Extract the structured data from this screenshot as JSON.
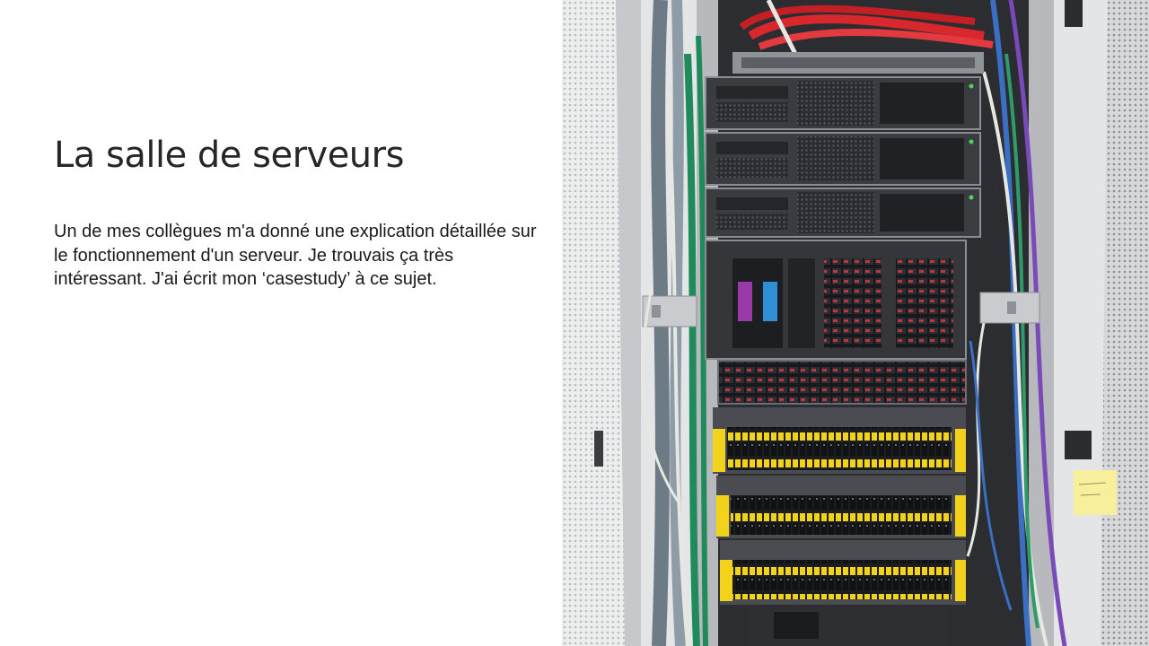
{
  "slide": {
    "title": "La salle de serveurs",
    "body": "Un de mes collègues m'a donné une explication détaillée sur le fonctionnement d'un serveur. Je trouvais ça très intéressant. J'ai écrit mon ‘casestudy’ à ce sujet."
  },
  "photo": {
    "subject": "server-rack",
    "colors": {
      "frame": "#d9dadc",
      "rack-interior": "#2b2d31",
      "server-face": "#3a3c40",
      "drive-yellow": "#f2d21b",
      "cable-red": "#d8282e",
      "cable-blue": "#3a6fc4",
      "cable-green": "#1f8a5a",
      "sticky-note": "#f7ef9c"
    }
  }
}
